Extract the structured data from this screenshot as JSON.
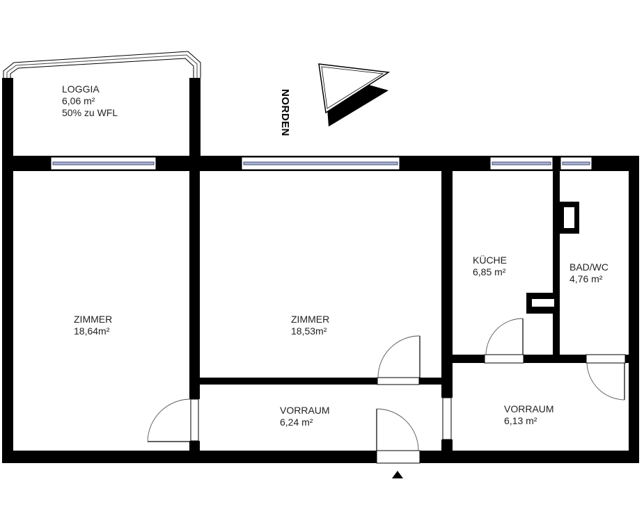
{
  "plan": {
    "north_label": "NORDEN",
    "entrance_marker": "entrance-triangle"
  },
  "rooms": {
    "loggia": {
      "name": "LOGGIA",
      "area": "6,06 m²",
      "note": "50% zu WFL"
    },
    "zimmer_left": {
      "name": "ZIMMER",
      "area": "18,64m²"
    },
    "zimmer_mid": {
      "name": "ZIMMER",
      "area": "18,53m²"
    },
    "kueche": {
      "name": "KÜCHE",
      "area": "6,85 m²"
    },
    "bad": {
      "name": "BAD/WC",
      "area": "4,76 m²"
    },
    "vorraum_mid": {
      "name": "VORRAUM",
      "area": "6,24 m²"
    },
    "vorraum_right": {
      "name": "VORRAUM",
      "area": "6,13 m²"
    }
  },
  "colors": {
    "wall": "#000000",
    "window_glass": "#a9b4d6",
    "text": "#222222"
  }
}
